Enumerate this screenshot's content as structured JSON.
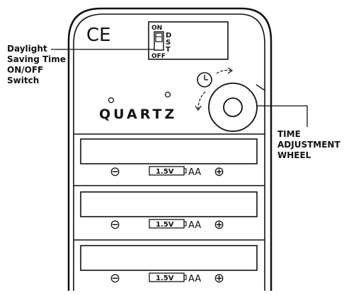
{
  "device": {
    "ce_mark": "CE",
    "brand": "QUARTZ",
    "switch": {
      "on_label": "ON",
      "letters": [
        "D",
        "S",
        "T"
      ],
      "off_label": "OFF"
    }
  },
  "callouts": {
    "dst_switch": [
      "Daylight",
      "Saving Time",
      "ON/OFF",
      "Switch"
    ],
    "time_wheel": [
      "TIME",
      "ADJUSTMENT",
      "WHEEL"
    ]
  },
  "batteries": [
    {
      "voltage": "1.5V",
      "size": "AA",
      "negative": "⊖",
      "positive": "⊕"
    },
    {
      "voltage": "1.5V",
      "size": "AA",
      "negative": "⊖",
      "positive": "⊕"
    },
    {
      "voltage": "1.5V",
      "size": "AA",
      "negative": "⊖",
      "positive": "⊕"
    }
  ]
}
